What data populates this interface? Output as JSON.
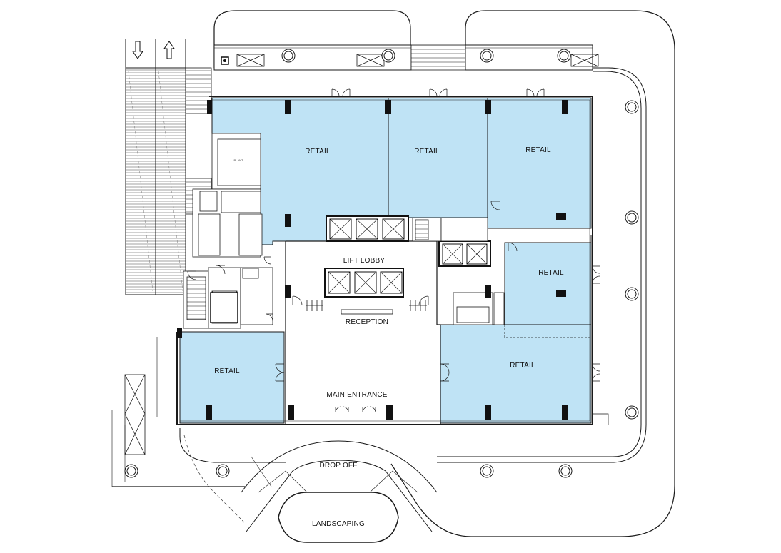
{
  "plan": {
    "labels": {
      "retail_1": "RETAIL",
      "retail_2": "RETAIL",
      "retail_3": "RETAIL",
      "retail_4": "RETAIL",
      "retail_5": "RETAIL",
      "retail_6": "RETAIL",
      "lift_lobby": "LIFT LOBBY",
      "reception": "RECEPTION",
      "main_entrance": "MAIN ENTRANCE",
      "drop_off": "DROP OFF",
      "landscaping": "LANDSCAPING"
    },
    "colors": {
      "retail_fill": "#bfe3f5",
      "line": "#1a1a1a",
      "column": "#111111"
    }
  }
}
